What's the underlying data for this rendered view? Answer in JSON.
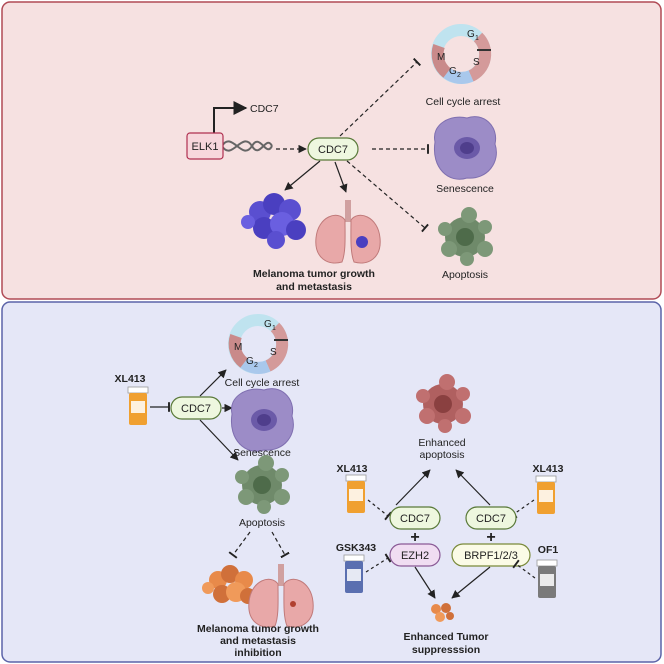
{
  "top": {
    "gene_label": "CDC7",
    "promoter": "ELK1",
    "cdc7": "CDC7",
    "cell_cycle_arrest": "Cell cycle arrest",
    "senescence": "Senescence",
    "apoptosis": "Apoptosis",
    "tumor_line1": "Melanoma tumor growth",
    "tumor_line2": "and metastasis",
    "phases": {
      "g1": "G",
      "g1_sub": "1",
      "s": "S",
      "g2": "G",
      "g2_sub": "2",
      "m": "M"
    }
  },
  "bottom": {
    "drug": "XL413",
    "cdc7": "CDC7",
    "cell_cycle_arrest": "Cell cycle arrest",
    "senescence": "Senescence",
    "apoptosis": "Apoptosis",
    "inhibition_line1": "Melanoma tumor growth",
    "inhibition_line2": "and metastasis",
    "inhibition_line3": "inhibition",
    "enhanced_apoptosis_line1": "Enhanced",
    "enhanced_apoptosis_line2": "apoptosis",
    "left_combo": {
      "drug_top": "XL413",
      "cdc7": "CDC7",
      "plus": "+",
      "partner": "EZH2",
      "drug_bottom": "GSK343"
    },
    "right_combo": {
      "drug_top": "XL413",
      "cdc7": "CDC7",
      "plus": "+",
      "partner": "BRPF1/2/3",
      "drug_bottom": "OF1"
    },
    "suppression_line1": "Enhanced Tumor",
    "suppression_line2": "suppresssion",
    "phases": {
      "g1": "G",
      "g1_sub": "1",
      "s": "S",
      "g2": "G",
      "g2_sub": "2",
      "m": "M"
    }
  },
  "colors": {
    "top_panel_bg": "#f6e1e1",
    "top_panel_border": "#b04a55",
    "bottom_panel_bg": "#e5e7f7",
    "bottom_panel_border": "#5b63a8",
    "cdc7_fill": "#eef7df",
    "cdc7_stroke": "#5a7a3a",
    "ezh2_fill": "#f0ddf2",
    "brpf_fill": "#fbfbe6",
    "senescence_cell": "#9c8cc7",
    "apoptosis_cell": "#6f8a6a",
    "tumor_top": "#4a3fc0",
    "tumor_bottom": "#e07a3a",
    "lung": "#e8a8a8",
    "bottle_orange": "#f0a030",
    "bottle_blue": "#5a6fb0",
    "bottle_gray": "#7a7a7a"
  }
}
